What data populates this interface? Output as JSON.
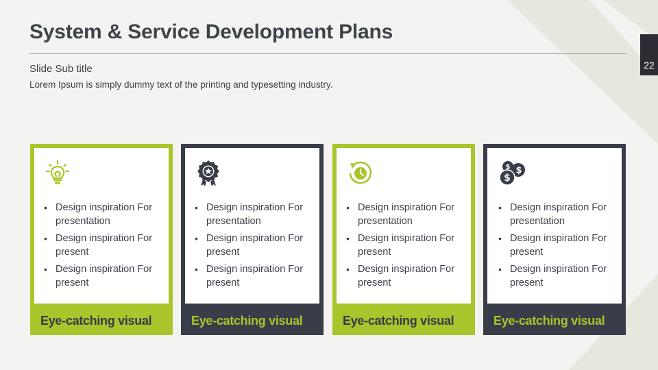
{
  "slide": {
    "title": "System & Service Development Plans",
    "subtitle": "Slide Sub title",
    "description": "Lorem Ipsum is simply dummy text of the printing and typesetting industry.",
    "page_number": "22"
  },
  "colors": {
    "accent_green": "#a8c62b",
    "dark": "#393d49",
    "background": "#f3f3f1"
  },
  "cards": [
    {
      "icon": "lightbulb-icon",
      "items": [
        "Design inspiration For presentation",
        "Design inspiration For present",
        "Design inspiration For present"
      ],
      "footer": "Eye-catching visual"
    },
    {
      "icon": "award-badge-icon",
      "items": [
        "Design inspiration For presentation",
        "Design inspiration For present",
        "Design inspiration For present"
      ],
      "footer": "Eye-catching visual"
    },
    {
      "icon": "refresh-clock-icon",
      "items": [
        "Design inspiration For presentation",
        "Design inspiration For present",
        "Design inspiration For present"
      ],
      "footer": "Eye-catching visual"
    },
    {
      "icon": "dollar-coins-icon",
      "items": [
        "Design inspiration For presentation",
        "Design inspiration For present",
        "Design inspiration For present"
      ],
      "footer": "Eye-catching visual"
    }
  ]
}
